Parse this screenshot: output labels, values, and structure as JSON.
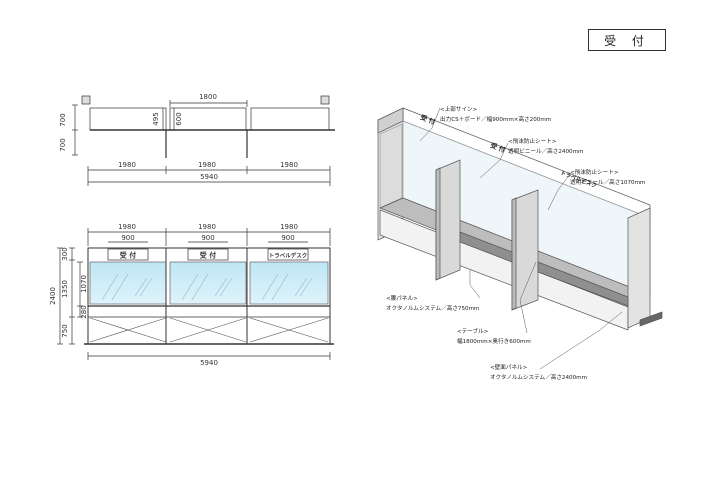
{
  "sheet_title": "受 付",
  "plan_view": {
    "top_width": "1800",
    "left_dims": [
      "700",
      "700"
    ],
    "inner_dims": [
      "495",
      "600"
    ],
    "bays": [
      "1980",
      "1980",
      "1980"
    ],
    "total": "5940"
  },
  "elevation_view": {
    "bays": [
      "1980",
      "1980",
      "1980"
    ],
    "sign_widths": [
      "900",
      "900",
      "900"
    ],
    "sign_labels": [
      "受 付",
      "受 付",
      "トラベルデスク"
    ],
    "overall_height": "2400",
    "heights": [
      "300",
      "1350",
      "750"
    ],
    "sub_heights": [
      "1070",
      "280"
    ],
    "total": "5940"
  },
  "perspective_view": {
    "sign_labels": [
      "受 付",
      "受 付",
      "トラベルデスク"
    ]
  },
  "annotations": [
    {
      "title": "<上部サイン>",
      "text": "出力CS＋ボード／幅900mm×高さ200mm"
    },
    {
      "title": "<飛沫防止シート>",
      "text": "透明ビニール／高さ2400mm"
    },
    {
      "title": "<飛沫防止シート>",
      "text": "透明ビニール／高さ1070mm"
    },
    {
      "title": "<腰パネル>",
      "text": "オクタノルムシステム／高さ750mm"
    },
    {
      "title": "<テーブル>",
      "text": "幅1800mm×奥行き600mm"
    },
    {
      "title": "<壁面パネル>",
      "text": "オクタノルムシステム／高さ2400mm"
    }
  ]
}
